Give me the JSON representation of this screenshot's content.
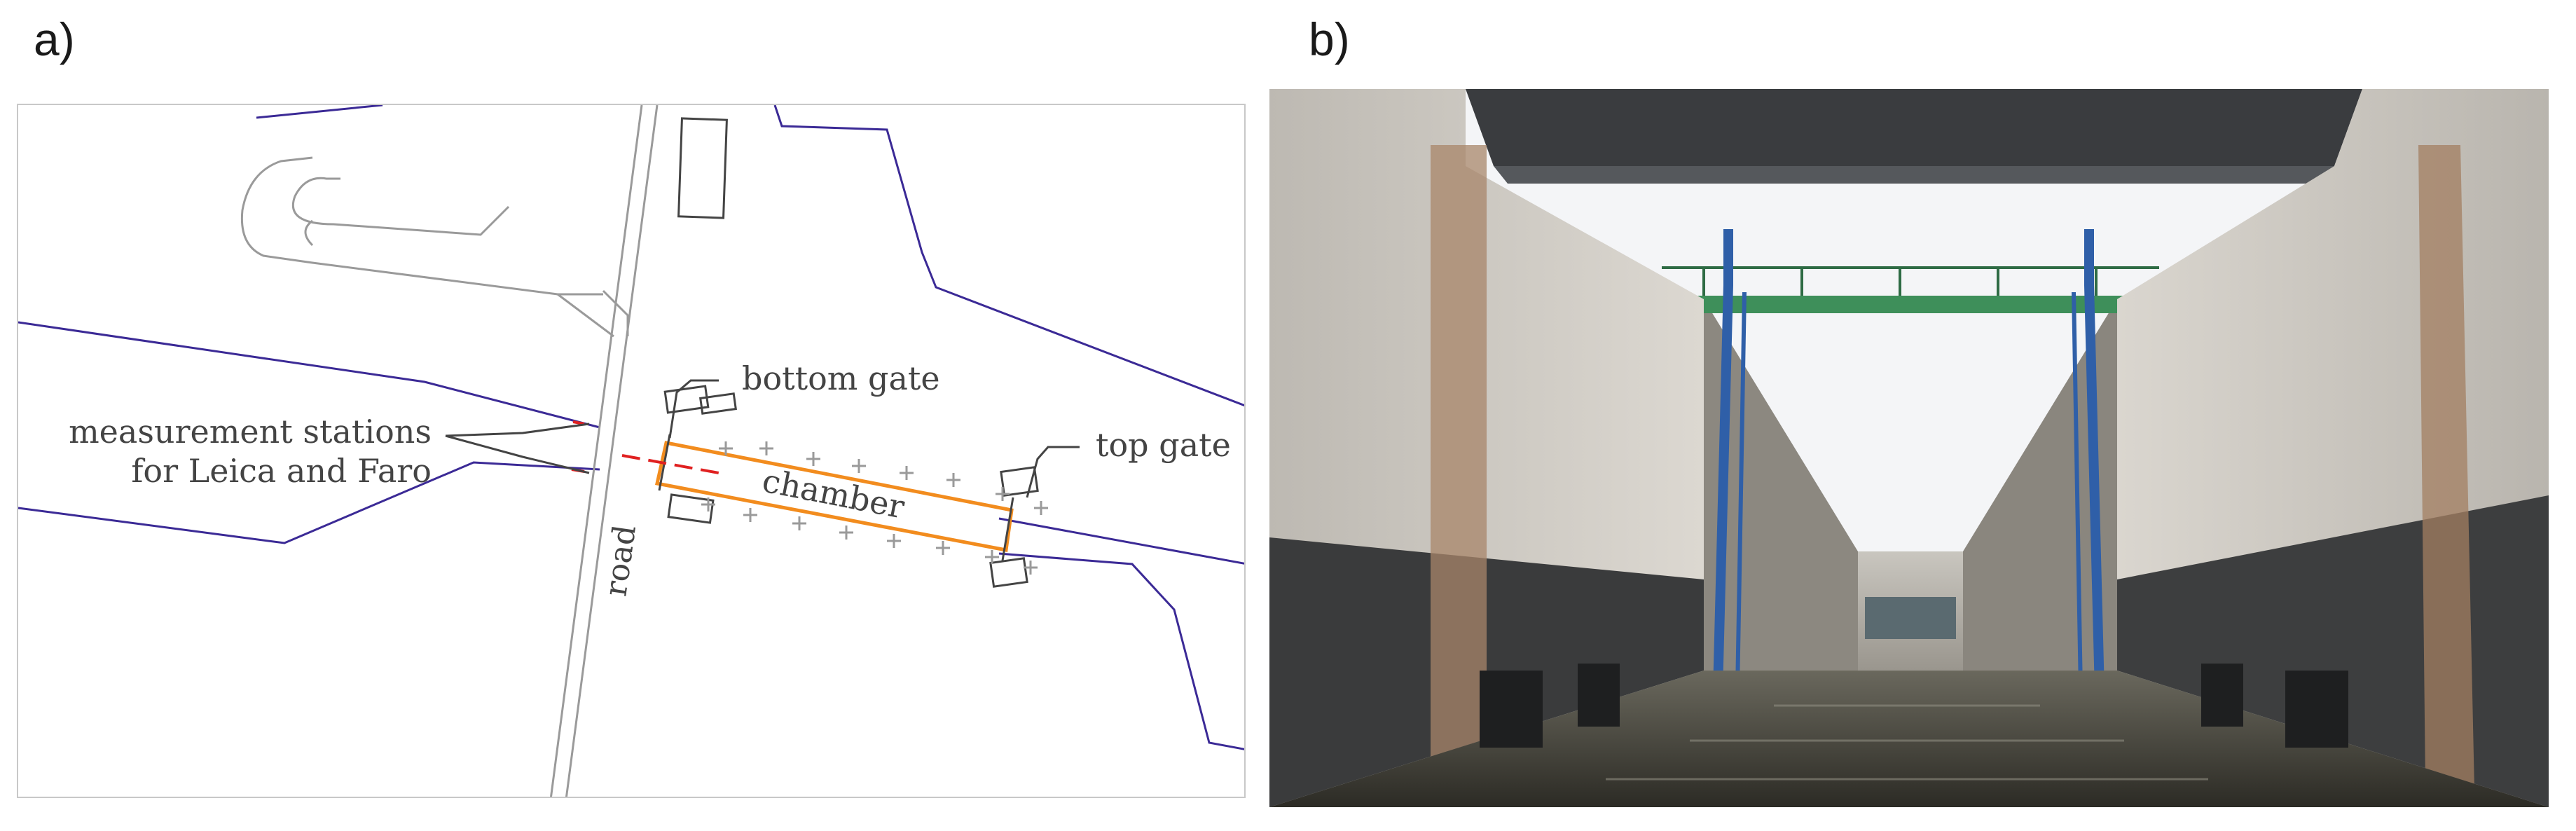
{
  "panels": {
    "a": {
      "label": "a)"
    },
    "b": {
      "label": "b)"
    }
  },
  "map": {
    "labels": {
      "bottom_gate": "bottom gate",
      "top_gate": "top gate",
      "chamber": "chamber",
      "road": "road",
      "stations_line1": "measurement stations",
      "stations_line2": "for Leica and Faro"
    },
    "colors": {
      "river": "#3b2a96",
      "road": "#9a9a9a",
      "chamber": "#f28c1e",
      "stations": "#e02020",
      "buildings": "#444444",
      "markers": "#9a9a9a"
    }
  },
  "photo": {
    "colors": {
      "sky": "#f4f5f7",
      "walls": "#cfcbc4",
      "stain": "#2e2f31",
      "water": "#3b3a33",
      "gate_frame": "#2f5fa8",
      "bridge": "#3e8f5a"
    }
  }
}
